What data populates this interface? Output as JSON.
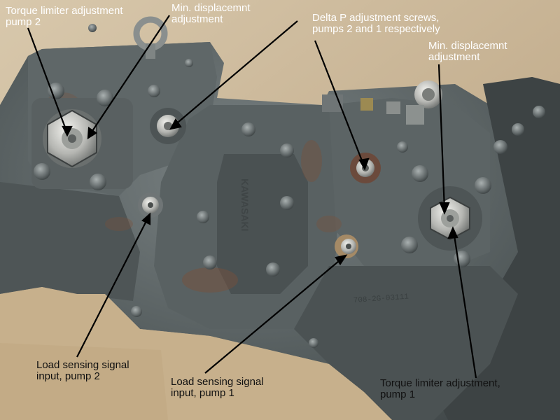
{
  "photo": {
    "labels": {
      "torque_limiter_pump2": "Torque limiter adjustment\npump 2",
      "min_disp_left": "Min. displacemnt\nadjustment",
      "delta_p": "Delta P adjustment screws,\npumps 2 and 1 respectively",
      "min_disp_right": "Min. displacemnt\nadjustment",
      "load_sensing_pump2": "Load sensing signal\ninput, pump 2",
      "load_sensing_pump1": "Load sensing signal\ninput, pump 1",
      "torque_limiter_pump1": "Torque limiter adjustment,\npump 1"
    },
    "casting_text": {
      "side": "KAWASAKI",
      "part_number": "708-2G-03111"
    }
  }
}
